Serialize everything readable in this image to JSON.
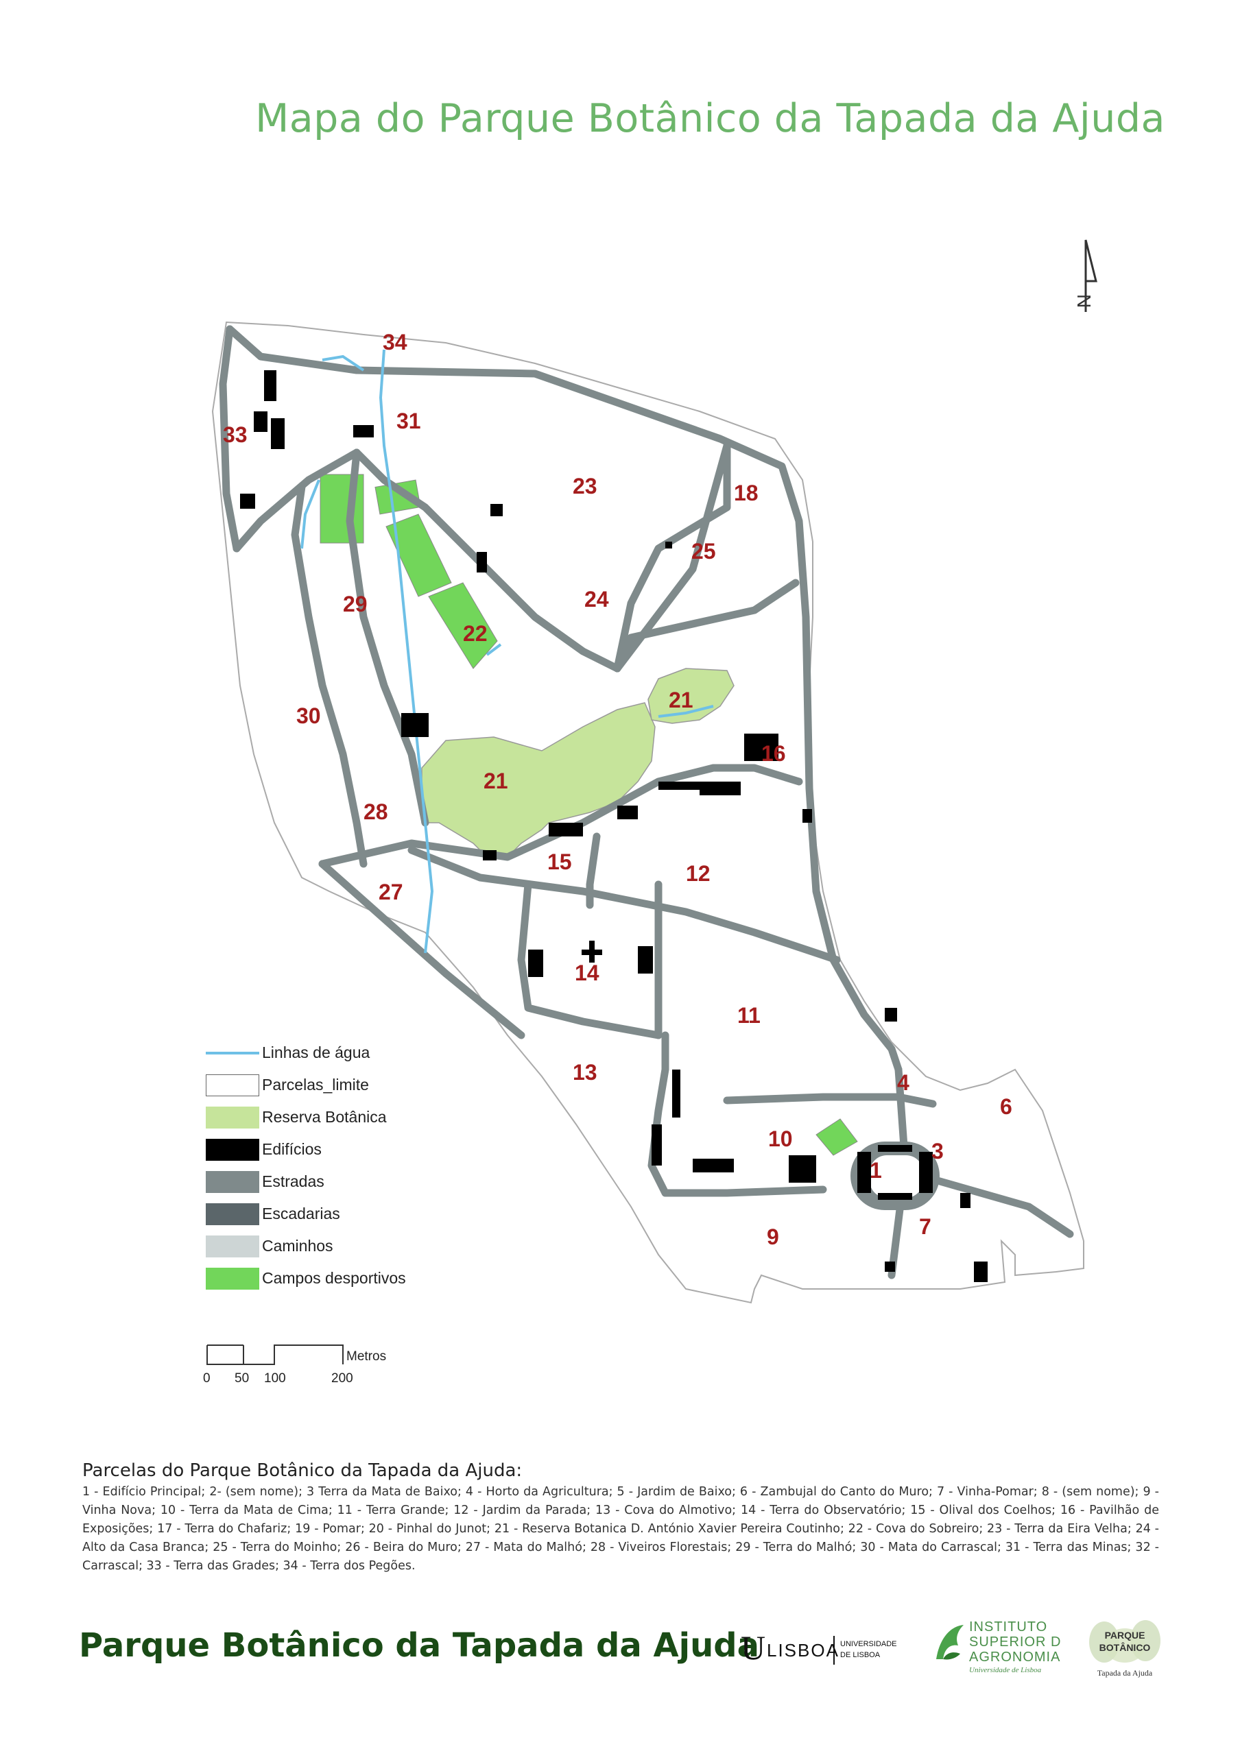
{
  "title": "Mapa do Parque Botânico da Tapada da Ajuda",
  "north_arrow_letter": "N",
  "parcels": [
    {
      "id": "34"
    },
    {
      "id": "33"
    },
    {
      "id": "31"
    },
    {
      "id": "23"
    },
    {
      "id": "18"
    },
    {
      "id": "25"
    },
    {
      "id": "24"
    },
    {
      "id": "29"
    },
    {
      "id": "22"
    },
    {
      "id": "21"
    },
    {
      "id": "21"
    },
    {
      "id": "30"
    },
    {
      "id": "16"
    },
    {
      "id": "28"
    },
    {
      "id": "15"
    },
    {
      "id": "12"
    },
    {
      "id": "27"
    },
    {
      "id": "14"
    },
    {
      "id": "11"
    },
    {
      "id": "13"
    },
    {
      "id": "4"
    },
    {
      "id": "6"
    },
    {
      "id": "10"
    },
    {
      "id": "3"
    },
    {
      "id": "1"
    },
    {
      "id": "7"
    },
    {
      "id": "9"
    }
  ],
  "legend": [
    {
      "label": "Linhas de água",
      "kind": "line",
      "color": "#6ec0e6"
    },
    {
      "label": "Parcelas_limite",
      "kind": "box",
      "color": "#ffffff"
    },
    {
      "label": "Reserva Botânica",
      "kind": "box",
      "color": "#c6e49b"
    },
    {
      "label": "Edifícios",
      "kind": "box",
      "color": "#000000"
    },
    {
      "label": "Estradas",
      "kind": "box",
      "color": "#7f8a8b"
    },
    {
      "label": "Escadarias",
      "kind": "box",
      "color": "#5b666a"
    },
    {
      "label": "Caminhos",
      "kind": "box",
      "color": "#cdd5d5"
    },
    {
      "label": "Campos desportivos",
      "kind": "box",
      "color": "#72d65a"
    }
  ],
  "scale": {
    "unit": "Metros",
    "ticks": [
      "0",
      "50",
      "100",
      "200"
    ]
  },
  "parcels_list_title": "Parcelas do Parque Botânico da Tapada da Ajuda:",
  "parcels_list_text": "1 - Edifício Principal; 2- (sem nome); 3 Terra da Mata de Baixo; 4 - Horto da Agricultura; 5 - Jardim de Baixo; 6 - Zambujal do Canto do Muro; 7 - Vinha-Pomar; 8 - (sem nome); 9 - Vinha Nova; 10 - Terra da Mata de Cima; 11 - Terra Grande; 12 - Jardim da Parada; 13 - Cova do Almotivo; 14 - Terra do Observatório; 15 - Olival dos Coelhos; 16 - Pavilhão de Exposições; 17 - Terra do Chafariz; 19 - Pomar; 20 - Pinhal do Junot; 21 - Reserva Botanica D. António Xavier Pereira Coutinho; 22 - Cova do Sobreiro; 23 - Terra da Eira Velha; 24 - Alto da Casa Branca; 25 - Terra do Moinho; 26 - Beira do Muro; 27 - Mata do Malhó; 28 - Viveiros Florestais; 29 - Terra do Malhó; 30 - Mata do Carrascal; 31 - Terra das Minas; 32 - Carrascal; 33 - Terra das Grades; 34 - Terra dos Pegões.",
  "footer_title": "Parque Botânico da Tapada da Ajuda",
  "logos": {
    "ulisboa_letter": "U",
    "ulisboa_name": "LISBOA",
    "ulisboa_sub1": "UNIVERSIDADE",
    "ulisboa_sub2": "DE LISBOA",
    "isa_line1": "INSTITUTO",
    "isa_line2": "SUPERIOR D",
    "isa_line3": "AGRONOMIA",
    "isa_line4": "Universidade de Lisboa",
    "pb_line1": "PARQUE",
    "pb_line2": "BOTÂNICO",
    "pb_line3": "Tapada da Ajuda"
  },
  "colors": {
    "title": "#6cb56a",
    "parcel_label": "#a41d1d",
    "road": "#7f8a8b",
    "reserve": "#c6e49b",
    "sports": "#72d65a",
    "water": "#6ec0e6",
    "path": "#cdd5d5",
    "footer": "#1a4b16"
  }
}
